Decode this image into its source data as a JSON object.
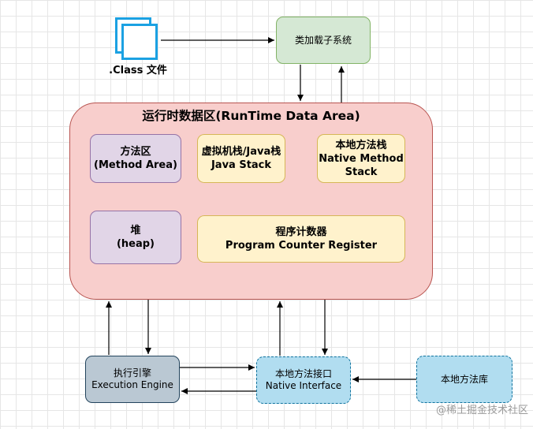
{
  "class_file": {
    "label": ".Class 文件"
  },
  "class_loader": {
    "label": "类加载子系统"
  },
  "runtime_area": {
    "title": "运行时数据区(RunTime Data Area)"
  },
  "method_area": {
    "line1": "方法区",
    "line2": "(Method Area)"
  },
  "java_stack": {
    "line1": "虚拟机栈/Java栈",
    "line2": "Java Stack"
  },
  "native_stack": {
    "line1": "本地方法栈",
    "line2": "Native Method",
    "line3": "Stack"
  },
  "heap": {
    "line1": "堆",
    "line2": "(heap)"
  },
  "pc_register": {
    "line1": "程序计数器",
    "line2": "Program Counter Register"
  },
  "execution_engine": {
    "line1": "执行引擎",
    "line2": "Execution Engine"
  },
  "native_interface": {
    "line1": "本地方法接口",
    "line2": "Native Interface"
  },
  "native_library": {
    "label": "本地方法库"
  },
  "watermark": {
    "text": "@稀土掘金技术社区"
  },
  "colors": {
    "loader_fill": "#d5e8d4",
    "loader_stroke": "#82b366",
    "runtime_fill": "#f8cecc",
    "runtime_stroke": "#b85450",
    "purple_fill": "#e1d5e7",
    "purple_stroke": "#9673a6",
    "yellow_fill": "#fff2cc",
    "yellow_stroke": "#d6b656",
    "engine_fill": "#bac8d3",
    "engine_stroke": "#23445d",
    "cyan_fill": "#b1ddf0",
    "cyan_stroke": "#10739e",
    "doc_fill": "#ffffff",
    "doc_stroke": "#1ba1e2"
  }
}
